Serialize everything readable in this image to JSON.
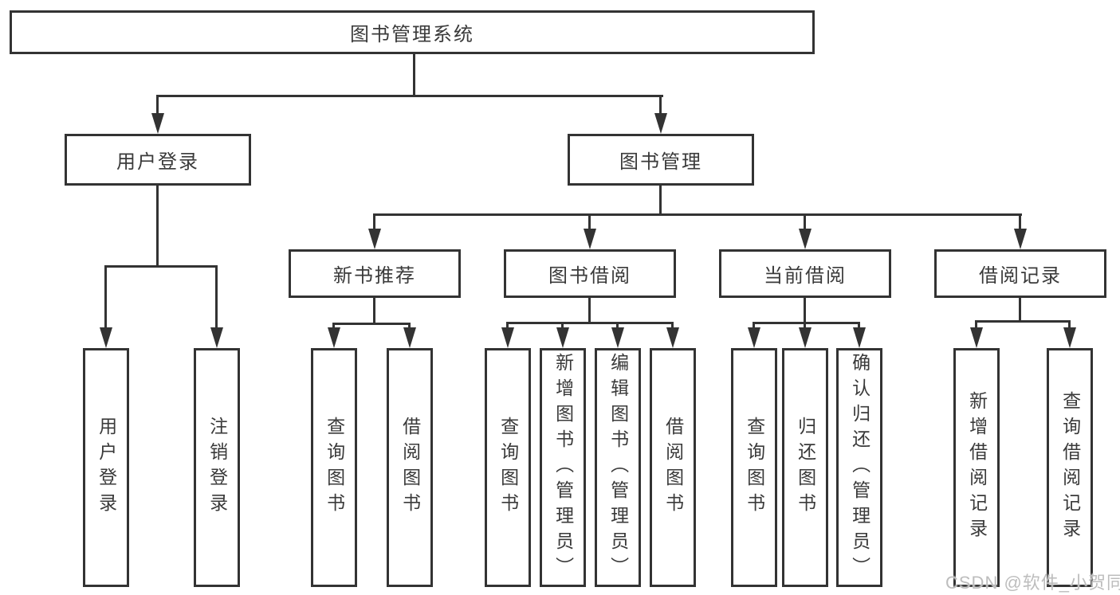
{
  "diagram": {
    "root": "图书管理系统",
    "level2": [
      {
        "label": "用户登录",
        "children": [
          "用户登录",
          "注销登录"
        ]
      },
      {
        "label": "图书管理",
        "sections": [
          {
            "label": "新书推荐",
            "children": [
              "查询图书",
              "借阅图书"
            ]
          },
          {
            "label": "图书借阅",
            "children": [
              "查询图书",
              "新增图书（管理员）",
              "编辑图书（管理员）",
              "借阅图书"
            ]
          },
          {
            "label": "当前借阅",
            "children": [
              "查询图书",
              "归还图书",
              "确认归还（管理员）"
            ]
          },
          {
            "label": "借阅记录",
            "children": [
              "新增借阅记录",
              "查询借阅记录"
            ]
          }
        ]
      }
    ]
  },
  "watermark": "CSDN @软件_小贺同学",
  "colors": {
    "line": "#333333",
    "text": "#3a3a3a",
    "watermark": "#bdbdbd",
    "background": "#ffffff"
  }
}
